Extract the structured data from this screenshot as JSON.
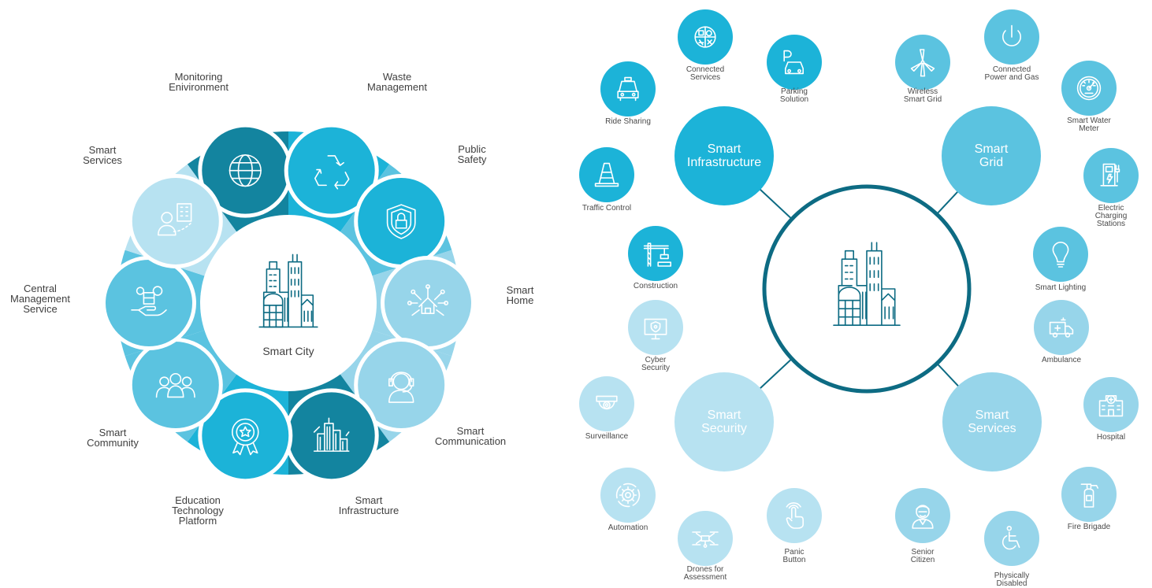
{
  "colors": {
    "dark": "#13849f",
    "bright": "#1cb3d8",
    "mid": "#5bc3e0",
    "light": "#97d5ea",
    "pale": "#b7e2f1",
    "center_ring": "#0d6b83"
  },
  "left_diagram": {
    "center_label": "Smart City",
    "center_icon": "city-skyline-icon",
    "items": [
      {
        "label": "Monitoring\nEnivironment",
        "icon": "globe-icon"
      },
      {
        "label": "Waste\nManagement",
        "icon": "recycle-icon"
      },
      {
        "label": "Public\nSafety",
        "icon": "shield-lock-icon"
      },
      {
        "label": "Smart\nHome",
        "icon": "smart-home-icon"
      },
      {
        "label": "Smart\nCommunication",
        "icon": "headset-icon"
      },
      {
        "label": "Smart\nInfrastructure",
        "icon": "city-buildings-icon"
      },
      {
        "label": "Education\nTechnology\nPlatform",
        "icon": "award-ribbon-icon"
      },
      {
        "label": "Smart\nCommunity",
        "icon": "people-group-icon"
      },
      {
        "label": "Central\nManagement\nService",
        "icon": "hand-gears-icon"
      },
      {
        "label": "Smart\nServices",
        "icon": "user-building-icon"
      }
    ]
  },
  "right_diagram": {
    "center_icon": "city-skyline-icon",
    "hubs": [
      {
        "label": "Smart\nInfrastructure"
      },
      {
        "label": "Smart\nGrid"
      },
      {
        "label": "Smart\nSecurity"
      },
      {
        "label": "Smart\nServices"
      }
    ],
    "satellites": [
      {
        "label": "Connected\nServices",
        "icon": "services-grid-icon"
      },
      {
        "label": "Parking\nSolution",
        "icon": "parking-car-icon"
      },
      {
        "label": "Ride Sharing",
        "icon": "taxi-icon"
      },
      {
        "label": "Traffic Control",
        "icon": "traffic-cone-icon"
      },
      {
        "label": "Construction",
        "icon": "crane-icon"
      },
      {
        "label": "Wireless\nSmart Grid",
        "icon": "wind-turbine-icon"
      },
      {
        "label": "Connected\nPower and Gas",
        "icon": "power-icon"
      },
      {
        "label": "Smart Water\nMeter",
        "icon": "gauge-icon"
      },
      {
        "label": "Electric Charging\nStations",
        "icon": "ev-charger-icon"
      },
      {
        "label": "Smart Lighting",
        "icon": "lightbulb-icon"
      },
      {
        "label": "Cyber\nSecurity",
        "icon": "monitor-shield-icon"
      },
      {
        "label": "Surveillance",
        "icon": "camera-dome-icon"
      },
      {
        "label": "Automation",
        "icon": "gear-cycle-icon"
      },
      {
        "label": "Drones for\nAssessment",
        "icon": "drone-icon"
      },
      {
        "label": "Panic\nButton",
        "icon": "touch-hand-icon"
      },
      {
        "label": "Ambulance",
        "icon": "ambulance-icon"
      },
      {
        "label": "Hospital",
        "icon": "hospital-icon"
      },
      {
        "label": "Fire Brigade",
        "icon": "fire-extinguisher-icon"
      },
      {
        "label": "Physically\nDisabled",
        "icon": "wheelchair-icon"
      },
      {
        "label": "Senior\nCitizen",
        "icon": "senior-person-icon"
      }
    ]
  }
}
